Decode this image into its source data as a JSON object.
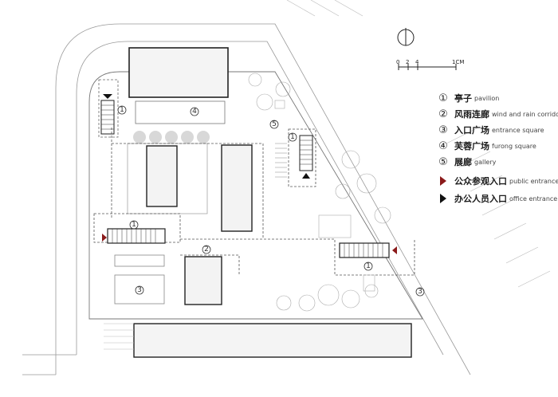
{
  "legend": {
    "items": [
      {
        "num": "1",
        "cn": "亭子",
        "en": "pavilion"
      },
      {
        "num": "2",
        "cn": "风雨连廊",
        "en": "wind and rain corridor"
      },
      {
        "num": "3",
        "cn": "入口广场",
        "en": "entrance square"
      },
      {
        "num": "4",
        "cn": "芙蓉广场",
        "en": "furong square"
      },
      {
        "num": "5",
        "cn": "展廊",
        "en": "gallery"
      }
    ],
    "entrances": [
      {
        "cn": "公众参观入口",
        "en": "public entrance",
        "color": "#8b1a1a"
      },
      {
        "cn": "办公人员入口",
        "en": "office entrance",
        "color": "#111111"
      }
    ]
  },
  "scale_bar": {
    "ticks": [
      "0",
      "2",
      "4"
    ],
    "unit_label": "1CM"
  },
  "plan_labels": {
    "pavilion_top": "1",
    "pavilion_right": "1",
    "pavilion_center": "1",
    "pavilion_bottom_right": "1",
    "corridor": "2",
    "square_left": "3",
    "square_right": "3",
    "furong": "4",
    "gallery": "5"
  }
}
